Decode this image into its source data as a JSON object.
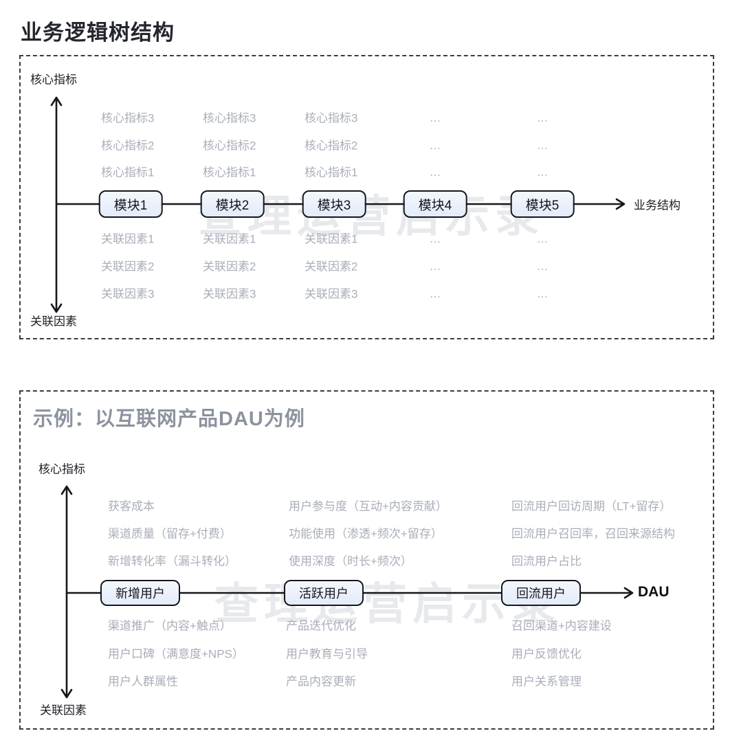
{
  "page_title": "业务逻辑树结构",
  "watermark": "查理运营启示录",
  "colors": {
    "node_fill": "#e9eefb",
    "node_border": "#14171d",
    "muted_text": "#a9aeb9",
    "example_title_gray": "#8c939e",
    "axis_line": "#14171c"
  },
  "panel1": {
    "axis_top_label": "核心指标",
    "axis_bottom_label": "关联因素",
    "axis_right_label": "业务结构",
    "columns": [
      {
        "node": "模块1",
        "above": [
          "核心指标3",
          "核心指标2",
          "核心指标1"
        ],
        "below": [
          "关联因素1",
          "关联因素2",
          "关联因素3"
        ]
      },
      {
        "node": "模块2",
        "above": [
          "核心指标3",
          "核心指标2",
          "核心指标1"
        ],
        "below": [
          "关联因素1",
          "关联因素2",
          "关联因素3"
        ]
      },
      {
        "node": "模块3",
        "above": [
          "核心指标3",
          "核心指标2",
          "核心指标1"
        ],
        "below": [
          "关联因素1",
          "关联因素2",
          "关联因素3"
        ]
      },
      {
        "node": "模块4",
        "above": [
          "…",
          "…",
          "…"
        ],
        "below": [
          "…",
          "…",
          "…"
        ]
      },
      {
        "node": "模块5",
        "above": [
          "…",
          "…",
          "…"
        ],
        "below": [
          "…",
          "…",
          "…"
        ]
      }
    ]
  },
  "panel2": {
    "title": "示例：以互联网产品DAU为例",
    "axis_top_label": "核心指标",
    "axis_bottom_label": "关联因素",
    "axis_right_label": "DAU",
    "columns": [
      {
        "node": "新增用户",
        "above": [
          "获客成本",
          "渠道质量（留存+付费）",
          "新增转化率（漏斗转化）"
        ],
        "below": [
          "渠道推广（内容+触点）",
          "用户口碑（满意度+NPS）",
          "用户人群属性"
        ]
      },
      {
        "node": "活跃用户",
        "above": [
          "用户参与度（互动+内容贡献）",
          "功能使用（渗透+频次+留存）",
          "使用深度（时长+频次）"
        ],
        "below": [
          "产品迭代优化",
          "用户教育与引导",
          "产品内容更新"
        ]
      },
      {
        "node": "回流用户",
        "above": [
          "回流用户回访周期（LT+留存）",
          "回流用户召回率，召回来源结构",
          "回流用户占比"
        ],
        "below": [
          "召回渠道+内容建设",
          "用户反馈优化",
          "用户关系管理"
        ]
      }
    ]
  }
}
